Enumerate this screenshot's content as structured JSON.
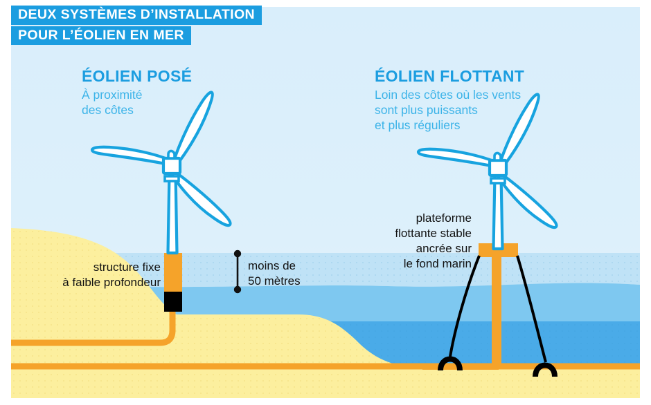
{
  "title": {
    "line1": "DEUX SYSTÈMES D’INSTALLATION",
    "line2": "POUR L’ÉOLIEN EN MER"
  },
  "sections": [
    {
      "id": "eolien-pose",
      "heading": "ÉOLIEN POSÉ",
      "subtitle_line1": "À proximité",
      "subtitle_line2": "des côtes",
      "annotation_line1": "structure fixe",
      "annotation_line2": "à faible profondeur"
    },
    {
      "id": "eolien-flottant",
      "heading": "ÉOLIEN FLOTTANT",
      "subtitle_line1": "Loin des côtes où les vents",
      "subtitle_line2": "sont plus puissants",
      "subtitle_line3": "et plus réguliers",
      "annotation_line1": "plateforme",
      "annotation_line2": "flottante stable",
      "annotation_line3": "ancrée sur",
      "annotation_line4": "le fond marin"
    }
  ],
  "depth_marker": {
    "line1": "moins de",
    "line2": "50 mètres",
    "value": 50,
    "unit": "mètres",
    "qualifier": "moins de"
  },
  "colors": {
    "title_banner": "#1b9de0",
    "title_text": "#ffffff",
    "heading": "#1b9de0",
    "subtitle": "#3bb3e8",
    "annotation": "#111111",
    "sky": "#ddf0fb",
    "sand": "#fcef9e",
    "sand_deep": "#fdf3ad",
    "water_top": "#bfe2f6",
    "water_mid": "#7ec8f0",
    "water_deep": "#4aabe8",
    "turbine_outline": "#17a3df",
    "turbine_fill": "#ffffff",
    "cable": "#f5a32a",
    "platform": "#f5a32a",
    "foundation": "#000000",
    "mooring_line": "#000000"
  },
  "elements": {
    "turbine_left_name": "wind-turbine-fixed",
    "turbine_right_name": "wind-turbine-floating",
    "foundation_name": "fixed-foundation-block",
    "platform_name": "floating-platform",
    "anchor_left_name": "seabed-anchor-left",
    "anchor_right_name": "seabed-anchor-right",
    "cable_turbine_name": "export-cable-from-turbine",
    "cable_main_name": "main-seabed-cable"
  }
}
